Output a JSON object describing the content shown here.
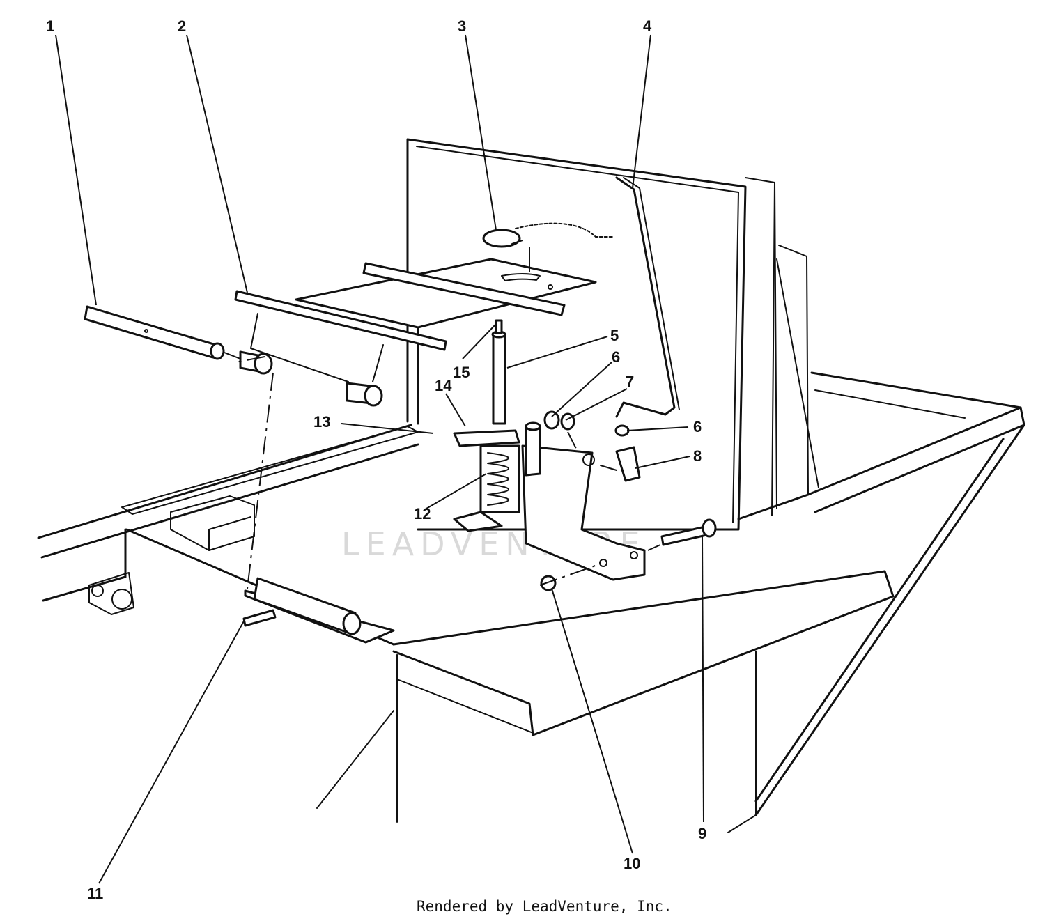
{
  "callouts": [
    {
      "id": "1",
      "label": "1"
    },
    {
      "id": "2",
      "label": "2"
    },
    {
      "id": "3",
      "label": "3"
    },
    {
      "id": "4",
      "label": "4"
    },
    {
      "id": "5",
      "label": "5"
    },
    {
      "id": "6a",
      "label": "6"
    },
    {
      "id": "7",
      "label": "7"
    },
    {
      "id": "6b",
      "label": "6"
    },
    {
      "id": "8",
      "label": "8"
    },
    {
      "id": "9",
      "label": "9"
    },
    {
      "id": "10",
      "label": "10"
    },
    {
      "id": "11",
      "label": "11"
    },
    {
      "id": "12",
      "label": "12"
    },
    {
      "id": "13",
      "label": "13"
    },
    {
      "id": "14",
      "label": "14"
    },
    {
      "id": "15",
      "label": "15"
    }
  ],
  "watermark": "LEADVENTURE",
  "credit": "Rendered by LeadVenture, Inc."
}
